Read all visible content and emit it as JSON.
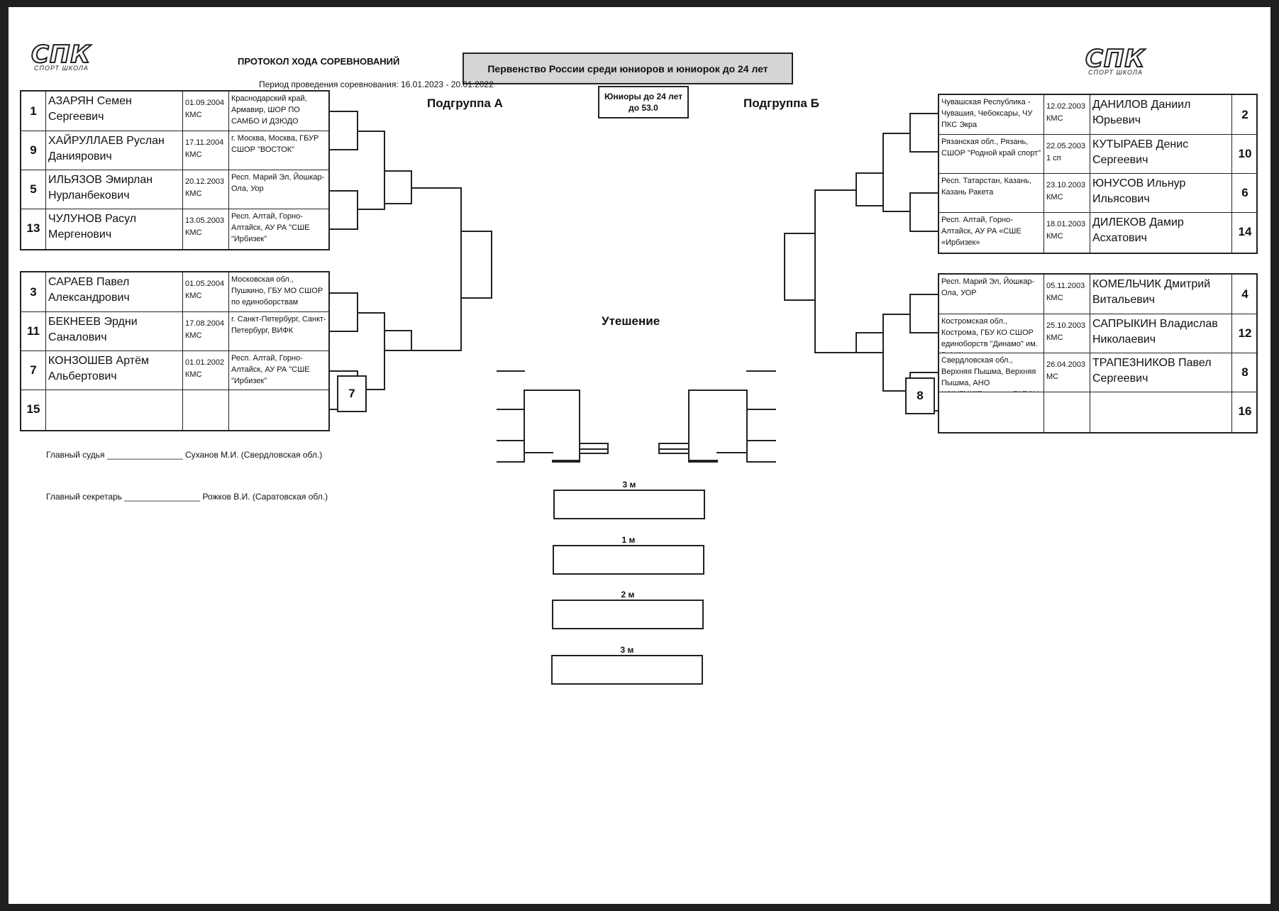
{
  "header": {
    "logo_big": "СПК",
    "logo_small": "СПОРТ ШКОЛА",
    "protocol_title": "ПРОТОКОЛ ХОДА СОРЕВНОВАНИЙ",
    "event_title": "Первенство России среди юниоров и юниорок до 24 лет",
    "period": "Период проведения соревнования: 16.01.2023 - 20.01.2022",
    "category_line1": "Юниоры до 24 лет",
    "category_line2": "до 53.0",
    "subgroup_a": "Подгруппа А",
    "subgroup_b": "Подгруппа Б",
    "consolation": "Утешение"
  },
  "group_a": {
    "block1": [
      {
        "num": "1",
        "name": "АЗАРЯН Семен Сергеевич",
        "date": "01.09.2004",
        "rank": "КМС",
        "team": "Краснодарский край, Армавир, ШОР ПО САМБО И ДЗЮДО"
      },
      {
        "num": "9",
        "name": "ХАЙРУЛЛАЕВ Руслан Даниярович",
        "date": "17.11.2004",
        "rank": "КМС",
        "team": "г. Москва, Москва, ГБУР СШОР \"ВОСТОК\""
      },
      {
        "num": "5",
        "name": "ИЛЬЯЗОВ Эмирлан Нурланбекович",
        "date": "20.12.2003",
        "rank": "КМС",
        "team": "Респ. Марий Эл, Йошкар-Ола, Уор"
      },
      {
        "num": "13",
        "name": "ЧУЛУНОВ Расул Мергенович",
        "date": "13.05.2003",
        "rank": "КМС",
        "team": "Респ. Алтай, Горно-Алтайск, АУ РА \"СШЕ \"Ирбизек\""
      }
    ],
    "block2": [
      {
        "num": "3",
        "name": "САРАЕВ Павел Александрович",
        "date": "01.05.2004",
        "rank": "КМС",
        "team": "Московская обл., Пушкино, ГБУ МО СШОР по единоборствам"
      },
      {
        "num": "11",
        "name": "БЕКНЕЕВ Эрдни Саналович",
        "date": "17.08.2004",
        "rank": "КМС",
        "team": "г. Санкт-Петербург, Санкт-Петербург, ВИФК"
      },
      {
        "num": "7",
        "name": "КОНЗОШЕВ Артём Альбертович",
        "date": "01.01.2002",
        "rank": "КМС",
        "team": "Респ. Алтай, Горно-Алтайск, АУ РА \"СШЕ \"Ирбизек\""
      },
      {
        "num": "15",
        "name": "",
        "date": "",
        "rank": "",
        "team": ""
      }
    ],
    "advance_seed": "7"
  },
  "group_b": {
    "block1": [
      {
        "num": "2",
        "name": "ДАНИЛОВ Даниил Юрьевич",
        "date": "12.02.2003",
        "rank": "КМС",
        "team": "Чувашская Республика - Чувашия, Чебоксары, ЧУ ПКС Экра"
      },
      {
        "num": "10",
        "name": "КУТЫРАЕВ Денис Сергеевич",
        "date": "22.05.2003",
        "rank": "1 сп",
        "team": "Рязанская обл., Рязань, СШОР \"Родной край спорт\""
      },
      {
        "num": "6",
        "name": "ЮНУСОВ Ильнур Ильясович",
        "date": "23.10.2003",
        "rank": "КМС",
        "team": "Респ. Татарстан, Казань, Казань Ракета"
      },
      {
        "num": "14",
        "name": "ДИЛЕКОВ Дамир Асхатович",
        "date": "18.01.2003",
        "rank": "КМС",
        "team": "Респ. Алтай, Горно-Алтайск, АУ РА «СШЕ «Ирбизек»"
      }
    ],
    "block2": [
      {
        "num": "4",
        "name": "КОМЕЛЬЧИК Дмитрий Витальевич",
        "date": "05.11.2003",
        "rank": "КМС",
        "team": "Респ. Марий Эл, Йошкар-Ола, УОР"
      },
      {
        "num": "12",
        "name": "САПРЫКИН Владислав Николаевич",
        "date": "25.10.2003",
        "rank": "КМС",
        "team": "Костромская обл., Кострома, ГБУ КО СШОР единоборств \"Динамо\" им. В.А.Шершунова"
      },
      {
        "num": "8",
        "name": "ТРАПЕЗНИКОВ Павел Сергеевич",
        "date": "26.04.2003",
        "rank": "МС",
        "team": "Свердловская обл., Верхняя Пышма, Верхняя Пышма, АНО КС\"УГМК\"Екатерин ГАПОУ"
      },
      {
        "num": "16",
        "name": "",
        "date": "",
        "rank": "",
        "team": ""
      }
    ],
    "advance_seed": "8"
  },
  "places": [
    {
      "label": "3 м"
    },
    {
      "label": "1 м"
    },
    {
      "label": "2 м"
    },
    {
      "label": "3 м"
    }
  ],
  "officials": {
    "judge": "Главный судья ________________ Суханов  М.И. (Свердловская обл.)",
    "secretary": "Главный секретарь ________________ Рожков В.И. (Саратовская обл.)"
  }
}
